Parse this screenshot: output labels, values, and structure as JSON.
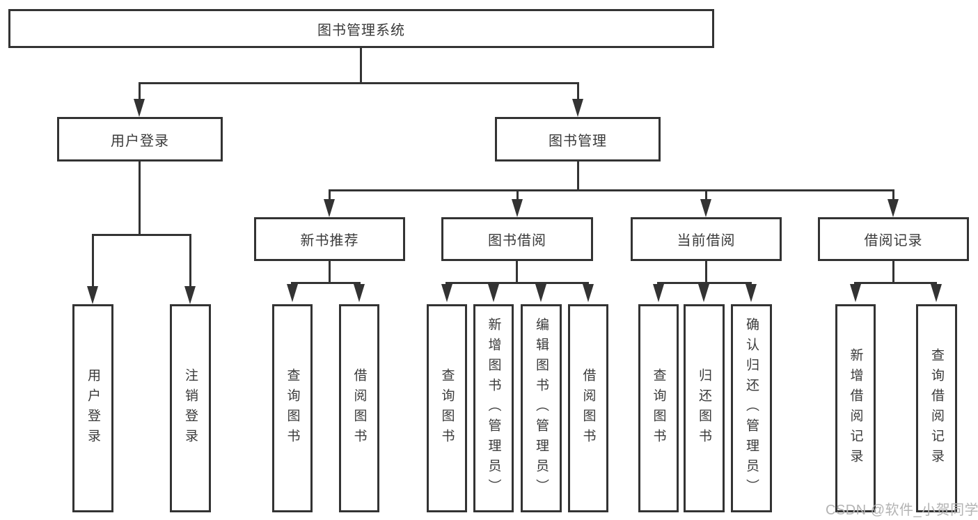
{
  "diagram": {
    "title": "图书管理系统",
    "level2": [
      "用户登录",
      "图书管理"
    ],
    "level3": [
      "新书推荐",
      "图书借阅",
      "当前借阅",
      "借阅记录"
    ],
    "leaves": {
      "user_login": [
        "用户登录",
        "注销登录"
      ],
      "new_book_recommend": [
        "查询图书",
        "借阅图书"
      ],
      "book_borrow": [
        "查询图书",
        "新增图书（管理员）",
        "编辑图书（管理员）",
        "借阅图书"
      ],
      "current_borrow": [
        "查询图书",
        "归还图书",
        "确认归还（管理员）"
      ],
      "borrow_record": [
        "新增借阅记录",
        "查询借阅记录"
      ]
    },
    "watermark": "CSDN @软件_小贺同学",
    "colors": {
      "line": "#333333",
      "text": "#3a3a3a",
      "background": "#ffffff",
      "watermark": "#b3b3b3"
    }
  }
}
